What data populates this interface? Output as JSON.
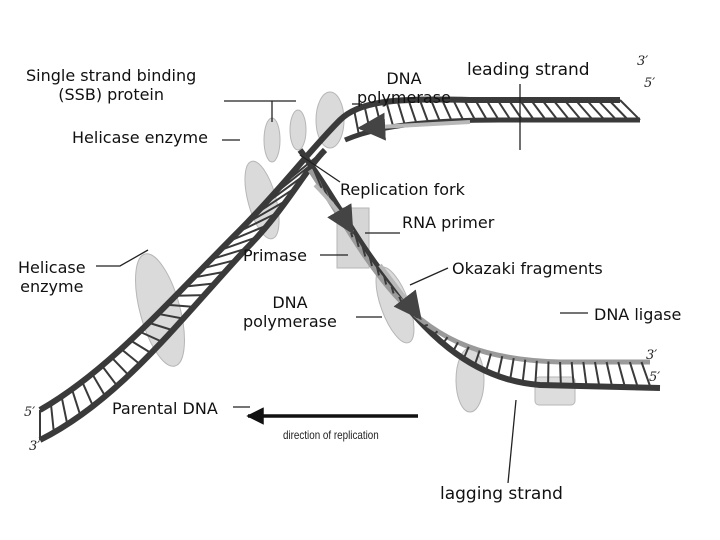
{
  "labels": {
    "ssb": "Single strand binding\n(SSB) protein",
    "dna_polymerase_top": "DNA\npolymerase",
    "leading_strand": "leading strand",
    "helicase_top": "Helicase enzyme",
    "replication_fork": "Replication fork",
    "rna_primer": "RNA primer",
    "helicase_left": "Helicase\nenzyme",
    "primase": "Primase",
    "okazaki": "Okazaki fragments",
    "dna_polymerase_mid": "DNA\npolymerase",
    "dna_ligase": "DNA ligase",
    "parental_dna": "Parental DNA",
    "lagging_strand": "lagging strand",
    "direction": "direction of replication"
  },
  "strand_ends": {
    "top_3": "3′",
    "top_5": "5′",
    "right_3": "3′",
    "right_5": "5′",
    "left_5": "5′",
    "left_3": "3′"
  },
  "colors": {
    "strand": "#3a3a3a",
    "strand_light": "#bdbdbd",
    "protein": "#d2d2d2",
    "arrow": "#111111"
  }
}
